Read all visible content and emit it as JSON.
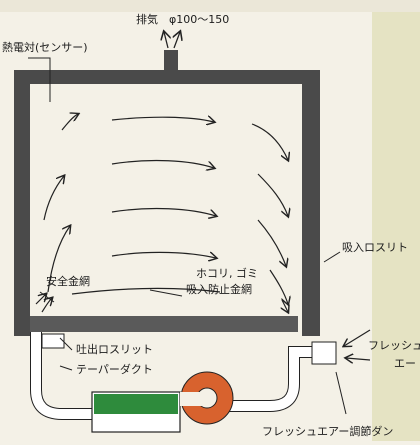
{
  "labels": {
    "exhaust": "排気　φ100〜150",
    "thermocouple": "熱電対(センサー)",
    "suction_slit": "吸入ロスリト",
    "safety_mesh": "安全金網",
    "dust_mesh_line1": "ホコリ, ゴミ",
    "dust_mesh_line2": "吸入防止金網",
    "fresh_air": "フレッシュ",
    "fresh_air_2": "エー",
    "outlet_slit": "吐出ロスリット",
    "taper_duct": "テーパーダクト",
    "damper": "フレッシュエアー調節ダン"
  },
  "colors": {
    "wall": "#4a4a4a",
    "duct": "#ffffff",
    "heater_green": "#2e8b3c",
    "fan_orange": "#d8622e",
    "background": "#f4f1e7",
    "right_edge": "#c9c77a"
  }
}
